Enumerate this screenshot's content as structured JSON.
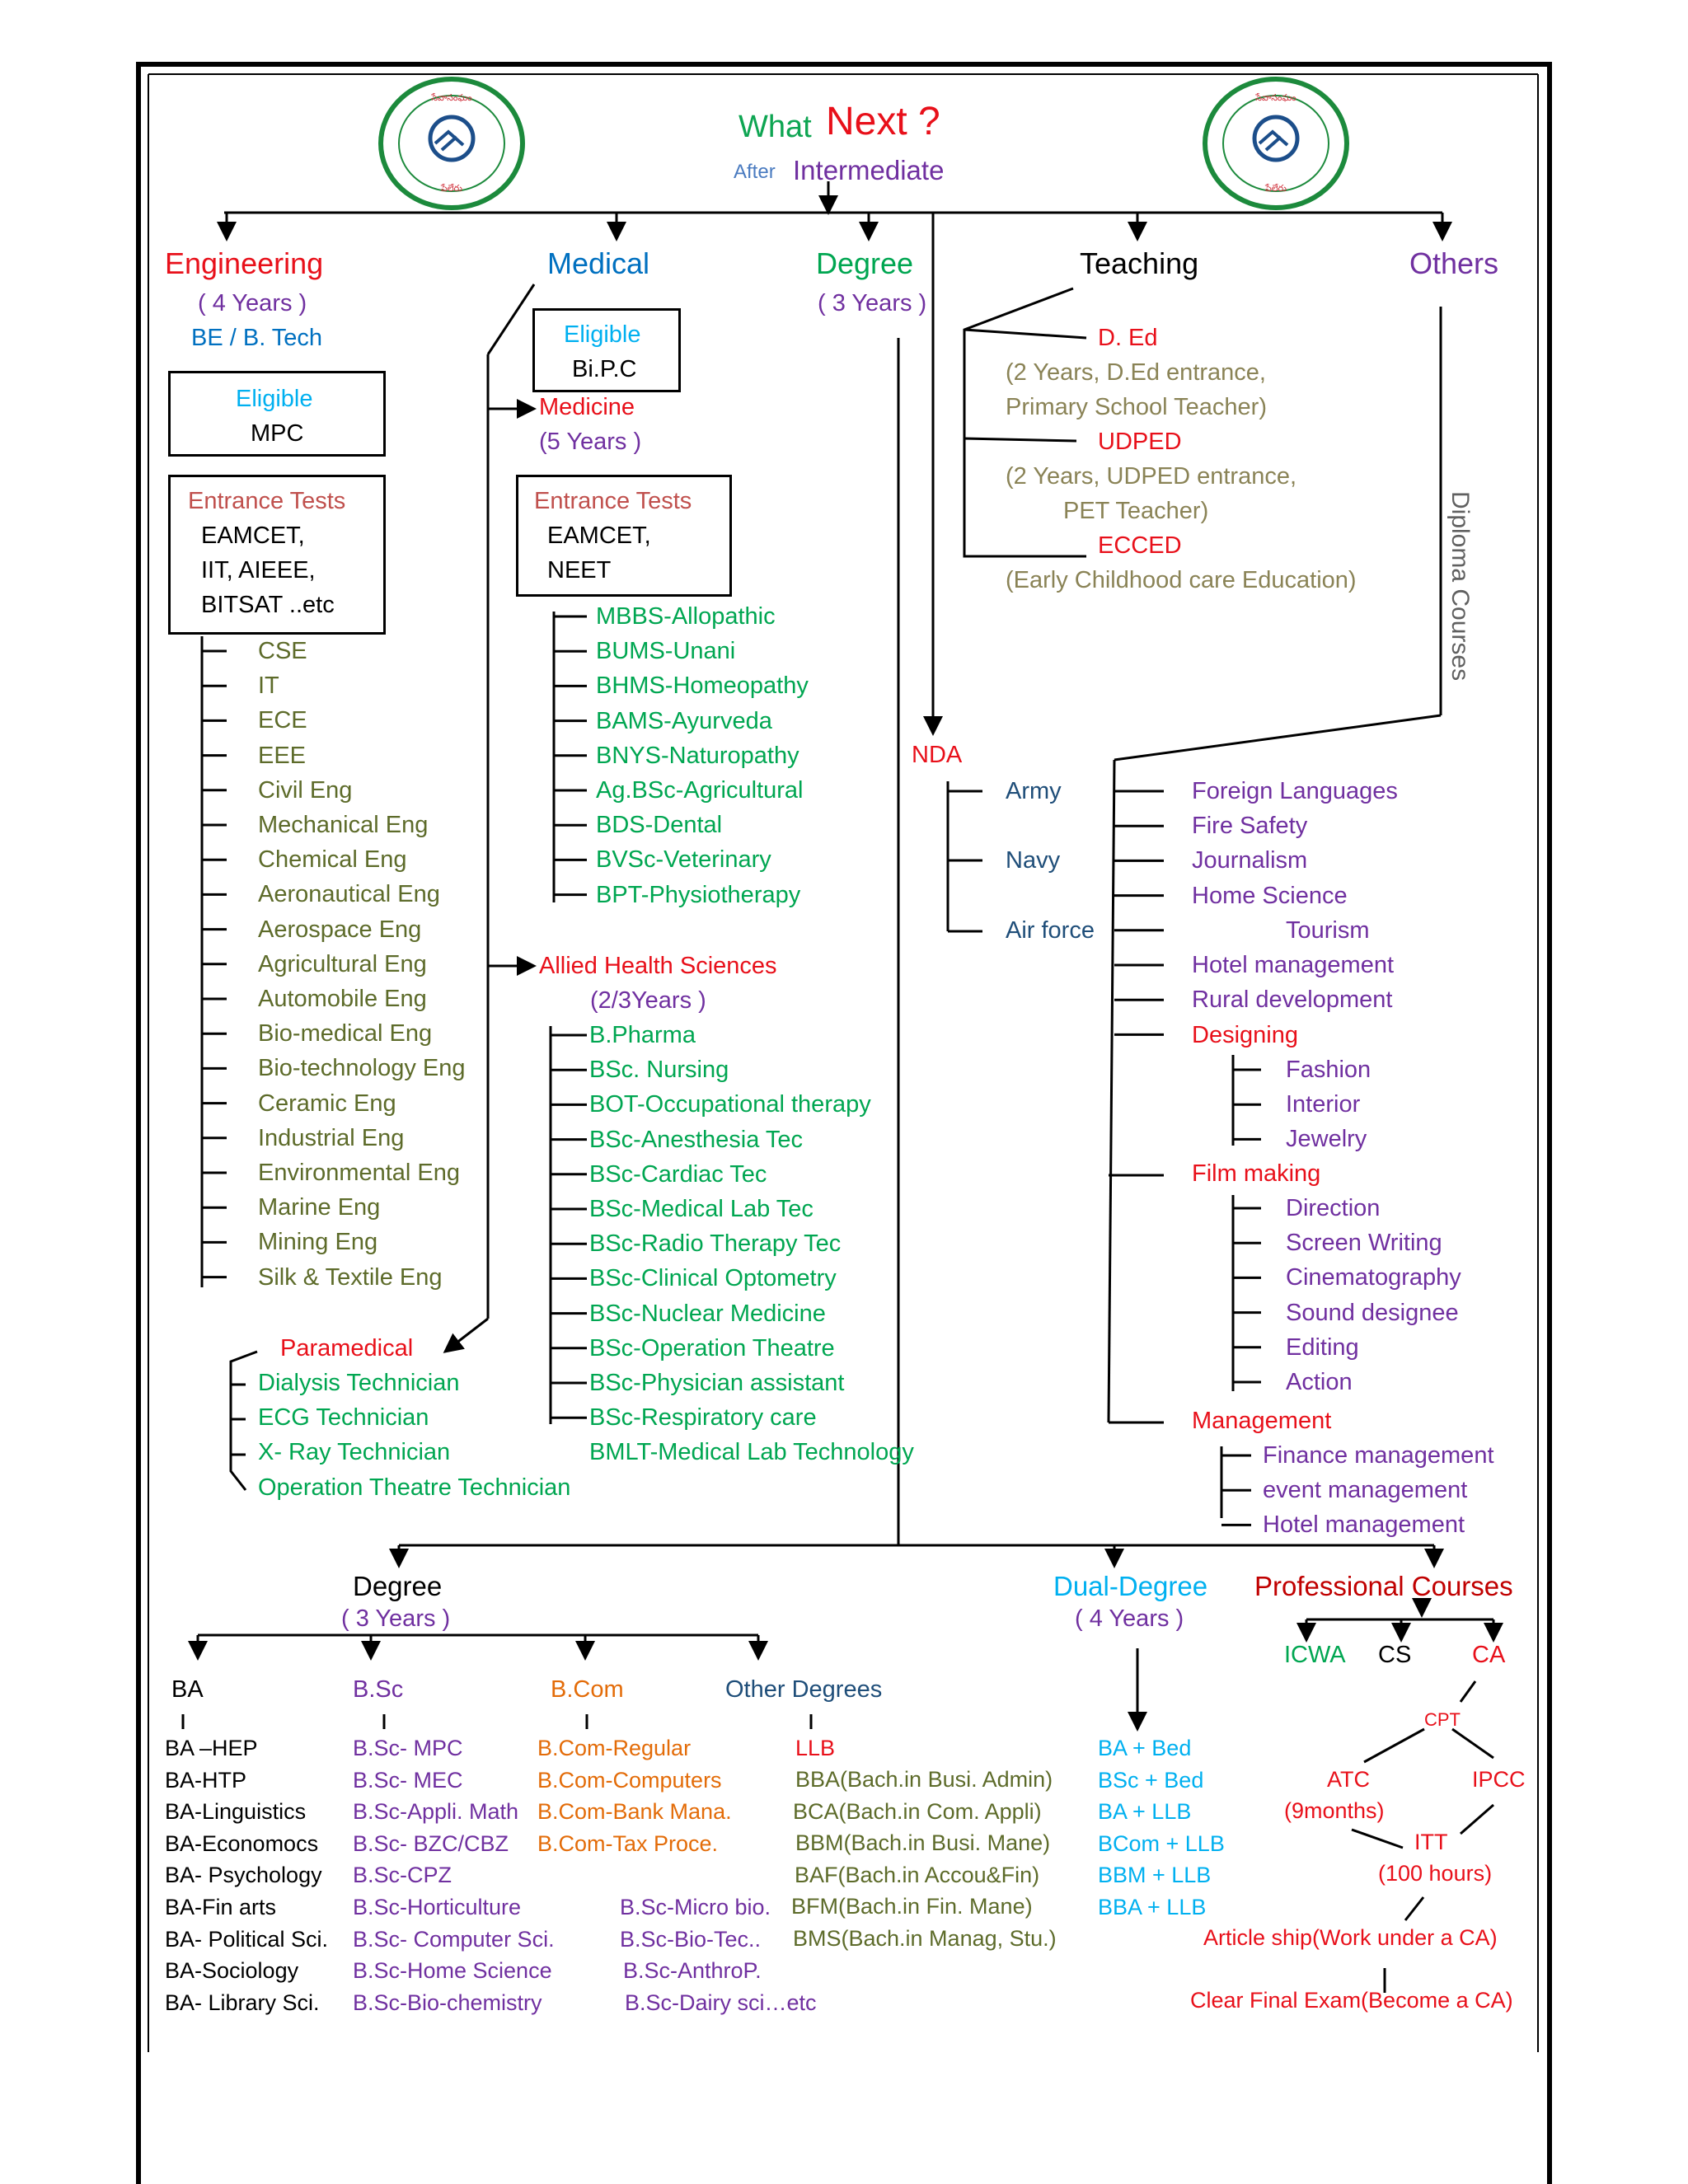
{
  "header": {
    "what": "What",
    "next": "Next ?",
    "after": "After",
    "intermediate": "Intermediate",
    "logo_text": "అత్మీయ స్నేహితుల సేవాసంఘం పేలేరు"
  },
  "colors": {
    "red": "#e8101a",
    "green": "#0ea552",
    "blue": "#0070c0",
    "purple": "#7030a0",
    "olive": "#5d6b2a"
  },
  "categories": {
    "engineering": "Engineering",
    "medical": "Medical",
    "degree": "Degree",
    "teaching": "Teaching",
    "others": "Others"
  },
  "engineering": {
    "duration": "( 4 Years )",
    "course": "BE / B. Tech",
    "eligible_label": "Eligible",
    "eligible_value": "MPC",
    "entrance_label": "Entrance Tests",
    "entrance_1": "EAMCET,",
    "entrance_2": "IIT,   AIEEE,",
    "entrance_3": "BITSAT ..etc",
    "branches": [
      "CSE",
      "IT",
      "ECE",
      "EEE",
      "Civil Eng",
      "Mechanical Eng",
      "Chemical Eng",
      "Aeronautical Eng",
      "Aerospace Eng",
      "Agricultural Eng",
      "Automobile Eng",
      "Bio-medical Eng",
      "Bio-technology Eng",
      "Ceramic Eng",
      "Industrial Eng",
      "Environmental Eng",
      "Marine Eng",
      "Mining Eng",
      "Silk & Textile Eng"
    ]
  },
  "paramedical": {
    "title": "Paramedical",
    "items": [
      "Dialysis Technician",
      "ECG Technician",
      "X- Ray Technician",
      "Operation Theatre  Technician"
    ]
  },
  "medical": {
    "eligible_label": "Eligible",
    "eligible_value": "Bi.P.C",
    "medicine": "Medicine",
    "medicine_duration": "(5 Years )",
    "entrance_label": "Entrance Tests",
    "entrance_1": "EAMCET,",
    "entrance_2": "NEET",
    "courses": [
      "MBBS-Allopathic",
      "BUMS-Unani",
      "BHMS-Homeopathy",
      "BAMS-Ayurveda",
      "BNYS-Naturopathy",
      "Ag.BSc-Agricultural",
      "BDS-Dental",
      "BVSc-Veterinary",
      "BPT-Physiotherapy"
    ],
    "allied": "Allied Health Sciences",
    "allied_duration": "(2/3Years )",
    "allied_courses": [
      "B.Pharma",
      "BSc. Nursing",
      "BOT-Occupational therapy",
      "BSc-Anesthesia Tec",
      "BSc-Cardiac Tec",
      "BSc-Medical  Lab Tec",
      "BSc-Radio Therapy Tec",
      "BSc-Clinical Optometry",
      "BSc-Nuclear Medicine",
      "BSc-Operation Theatre",
      "BSc-Physician assistant",
      "BSc-Respiratory care",
      "BMLT-Medical Lab Technology"
    ]
  },
  "degree_top": {
    "duration": "( 3 Years )"
  },
  "teaching": {
    "ded": "D. Ed",
    "ded_1": "(2 Years, D.Ed entrance,",
    "ded_2": "Primary School Teacher)",
    "udped": "UDPED",
    "udped_1": "(2 Years, UDPED entrance,",
    "udped_2": "PET  Teacher)",
    "ecced": "ECCED",
    "ecced_1": "(Early Childhood care Education)"
  },
  "others": {
    "diploma": "Diploma Courses"
  },
  "nda": {
    "title": "NDA",
    "items": [
      "Army",
      "Navy",
      "Air force"
    ]
  },
  "diploma_list": {
    "items": [
      "Foreign Languages",
      "Fire Safety",
      "Journalism",
      "Home Science",
      "Tourism",
      "Hotel management",
      "Rural development"
    ],
    "designing": "Designing",
    "designing_items": [
      "Fashion",
      "Interior",
      "Jewelry"
    ],
    "film": "Film making",
    "film_items": [
      "Direction",
      "Screen Writing",
      "Cinematography",
      "Sound designee",
      "Editing",
      "Action"
    ],
    "management": "Management",
    "management_items": [
      "Finance management",
      "event management",
      "Hotel management"
    ]
  },
  "bottom": {
    "degree": "Degree",
    "degree_duration": "( 3 Years )",
    "dual": "Dual-Degree",
    "dual_duration": "( 4 Years )",
    "professional": "Professional Courses",
    "icwa": "ICWA",
    "cs": "CS",
    "ca": "CA",
    "ba": "BA",
    "bsc": "B.Sc",
    "bcom": "B.Com",
    "other": "Other Degrees",
    "ba_items": [
      "BA –HEP",
      "BA-HTP",
      "BA-Linguistics",
      "BA-Economocs",
      "BA- Psychology",
      "BA-Fin arts",
      "BA- Political Sci.",
      "BA-Sociology",
      "BA- Library Sci."
    ],
    "bsc_items": [
      "B.Sc- MPC",
      "B.Sc- MEC",
      "B.Sc-Appli. Math",
      "B.Sc- BZC/CBZ",
      "B.Sc-CPZ",
      "B.Sc-Horticulture",
      "B.Sc- Computer Sci.",
      "B.Sc-Home Science",
      "B.Sc-Bio-chemistry"
    ],
    "bsc_extra": [
      "B.Sc-Micro bio.",
      "B.Sc-Bio-Tec..",
      "B.Sc-AnthroP.",
      "B.Sc-Dairy sci…etc"
    ],
    "bcom_items": [
      "B.Com-Regular",
      "B.Com-Computers",
      "B.Com-Bank Mana.",
      "B.Com-Tax Proce."
    ],
    "llb": "LLB",
    "other_items": [
      "BBA(Bach.in Busi. Admin)",
      "BCA(Bach.in Com. Appli)",
      "BBM(Bach.in Busi. Mane)",
      "BAF(Bach.in Accou&Fin)",
      "BFM(Bach.in Fin. Mane)",
      "BMS(Bach.in Manag, Stu.)"
    ],
    "dual_items": [
      "BA + Bed",
      "BSc + Bed",
      "BA + LLB",
      "BCom + LLB",
      "BBM + LLB",
      "BBA + LLB"
    ],
    "cpt": "CPT",
    "atc": "ATC",
    "atc_duration": "(9months)",
    "ipcc": "IPCC",
    "itt": "ITT",
    "itt_duration": "(100 hours)",
    "article": "Article ship(Work under a CA)",
    "final": "Clear Final Exam(Become a CA)"
  }
}
